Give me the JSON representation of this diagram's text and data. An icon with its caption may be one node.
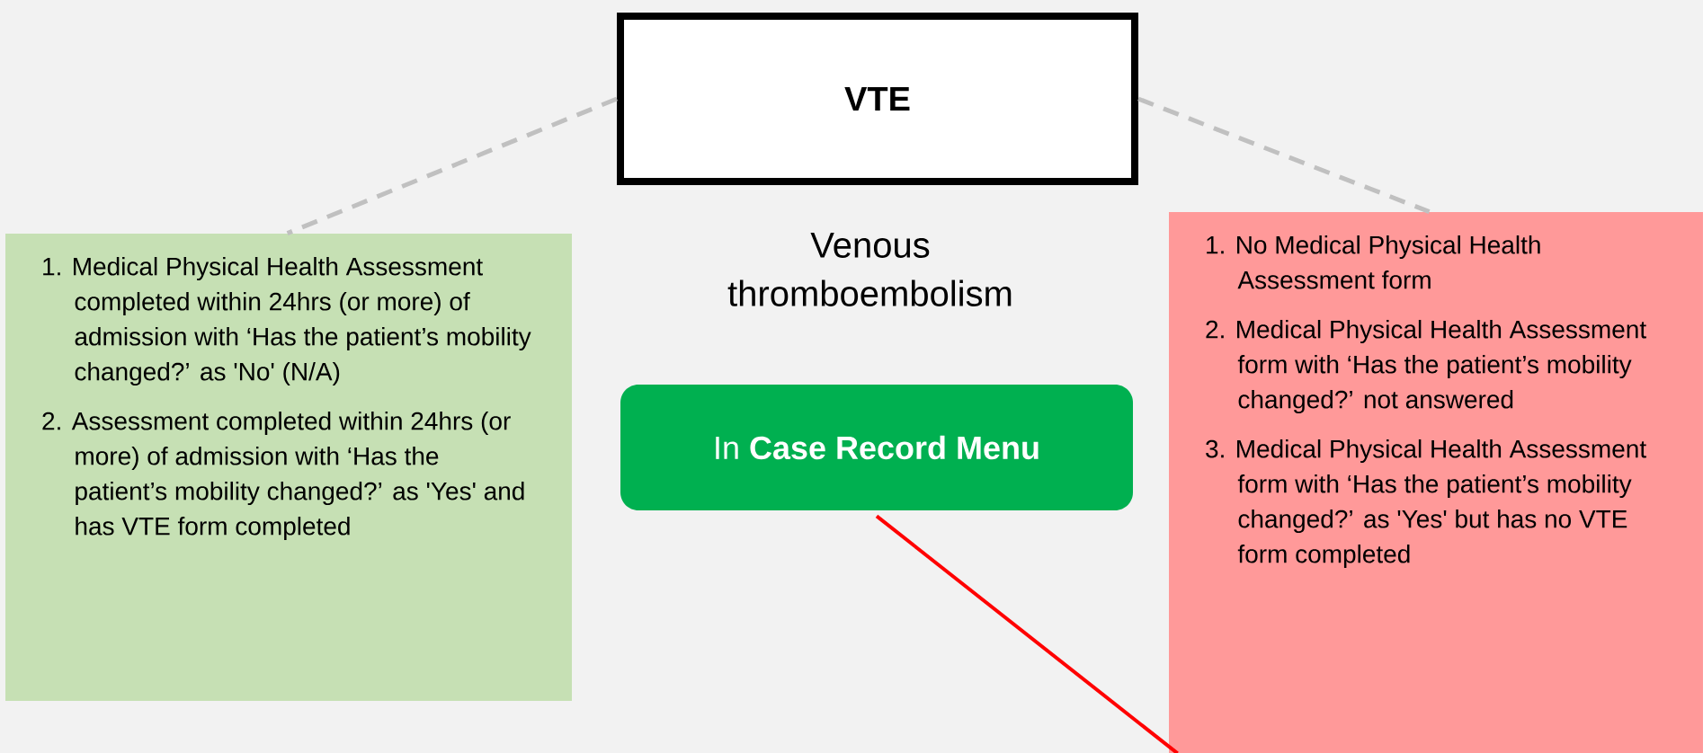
{
  "diagram": {
    "nodes": [
      {
        "text": [
          "VTE"
        ]
      },
      {
        "text": [
          "1. Medical Physical Health Assessment completed within 24hrs (or more) of admission with ‘Has the patient’s mobility changed?’ as 'No' (N/A)",
          "2. Assessment completed within 24hrs (or more)  of admission with ‘Has the patient’s mobility changed?’ as 'Yes' and has VTE form completed"
        ]
      },
      {
        "text": [
          "1. No Medical Physical Health Assessment form",
          "2. Medical Physical Health Assessment form with ‘Has the patient’s mobility changed?’ not answered",
          "3. Medical Physical Health Assessment form with ‘Has the patient’s mobility changed?’ as 'Yes' but has no VTE form completed"
        ]
      },
      {
        "text": [
          "In **Case Record Menu**"
        ]
      }
    ],
    "edges": [
      {
        "from": 0,
        "to": 1,
        "arrow": "none",
        "style": "dashed",
        "color": "#c0c0c0"
      },
      {
        "from": 0,
        "to": 2,
        "arrow": "none",
        "style": "dashed",
        "color": "#c0c0c0"
      },
      {
        "from": 3,
        "to": 2,
        "arrow": "none",
        "color": "#ff0000"
      }
    ],
    "labels": [
      "Venous thromboembolism"
    ]
  }
}
